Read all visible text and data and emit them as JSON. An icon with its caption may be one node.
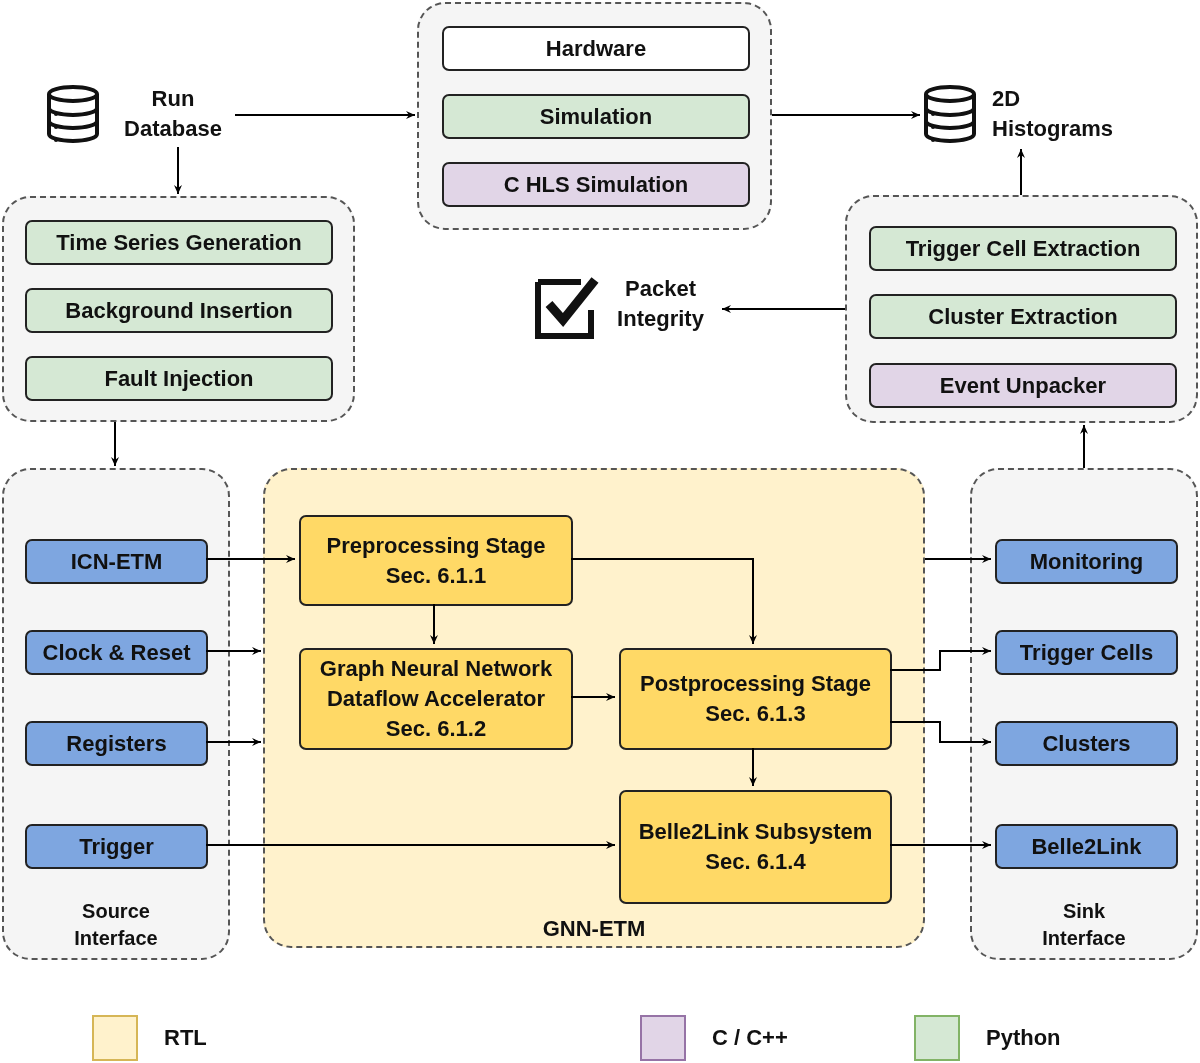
{
  "diagram": {
    "nodes": [
      {
        "text": [
          "Run Database"
        ]
      },
      {
        "text": [],
        "shape": "box"
      },
      {
        "text": [
          "Hardware"
        ],
        "in": 1
      },
      {
        "text": [
          "Simulation"
        ],
        "in": 1
      },
      {
        "text": [
          "C HLS Simulation"
        ],
        "in": 1
      },
      {
        "text": [
          "2D Histograms"
        ]
      },
      {
        "text": [],
        "shape": "box"
      },
      {
        "text": [
          "Time Series Generation"
        ],
        "in": 6
      },
      {
        "text": [
          "Background Insertion"
        ],
        "in": 6
      },
      {
        "text": [
          "Fault Injection"
        ],
        "in": 6
      },
      {
        "text": [
          "Packet Integrity"
        ]
      },
      {
        "text": [],
        "shape": "box"
      },
      {
        "text": [
          "Trigger Cell Extraction"
        ],
        "in": 11
      },
      {
        "text": [
          "Cluster Extraction"
        ],
        "in": 11
      },
      {
        "text": [
          "Event Unpacker"
        ],
        "in": 11
      },
      {
        "text": [
          "Source Interface"
        ]
      },
      {
        "text": [
          "ICN-ETM"
        ],
        "in": 15
      },
      {
        "text": [
          "Clock & Reset"
        ],
        "in": 15
      },
      {
        "text": [
          "Registers"
        ],
        "in": 15
      },
      {
        "text": [
          "Trigger"
        ],
        "in": 15
      },
      {
        "text": [
          "GNN-ETM"
        ]
      },
      {
        "text": [
          "Preprocessing Stage Sec. 6.1.1"
        ],
        "in": 20
      },
      {
        "text": [
          "Graph Neural Network Dataflow Accelerator Sec. 6.1.2"
        ],
        "in": 20
      },
      {
        "text": [
          "Postprocessing Stage Sec. 6.1.3"
        ],
        "in": 20
      },
      {
        "text": [
          "Belle2Link Subsystem Sec. 6.1.4"
        ],
        "in": 20
      },
      {
        "text": [
          "Sink Interface"
        ]
      },
      {
        "text": [
          "Monitoring"
        ],
        "in": 25
      },
      {
        "text": [
          "Trigger Cells"
        ],
        "in": 25
      },
      {
        "text": [
          "Clusters"
        ],
        "in": 25
      },
      {
        "text": [
          "Belle2Link"
        ],
        "in": 25
      }
    ],
    "edges": [
      {
        "from": 0,
        "to": 6,
        "arrow": "to"
      },
      {
        "from": 0,
        "to": 1,
        "arrow": "to"
      },
      {
        "from": 1,
        "to": 5,
        "arrow": "to"
      },
      {
        "from": 6,
        "to": 15,
        "arrow": "to"
      },
      {
        "from": 11,
        "to": 5,
        "arrow": "to"
      },
      {
        "from": 11,
        "to": 10,
        "arrow": "to"
      },
      {
        "from": 25,
        "to": 11,
        "arrow": "to"
      },
      {
        "from": 16,
        "to": 21,
        "arrow": "to"
      },
      {
        "from": 17,
        "to": 20,
        "arrow": "to"
      },
      {
        "from": 18,
        "to": 20,
        "arrow": "to"
      },
      {
        "from": 19,
        "to": 24,
        "arrow": "to"
      },
      {
        "from": 21,
        "to": 22,
        "arrow": "to"
      },
      {
        "from": 21,
        "to": 23,
        "arrow": "to"
      },
      {
        "from": 22,
        "to": 23,
        "arrow": "to"
      },
      {
        "from": 23,
        "to": 24,
        "arrow": "to"
      },
      {
        "from": 23,
        "to": 27,
        "arrow": "to"
      },
      {
        "from": 23,
        "to": 28,
        "arrow": "to"
      },
      {
        "from": 24,
        "to": 29,
        "arrow": "to"
      },
      {
        "from": 20,
        "to": 26,
        "arrow": "to"
      }
    ],
    "legend": [
      {
        "text": "RTL",
        "color": "#fff2cc"
      },
      {
        "text": "C / C++",
        "color": "#e1d5e7"
      },
      {
        "text": "Python",
        "color": "#d5e8d4"
      }
    ]
  }
}
